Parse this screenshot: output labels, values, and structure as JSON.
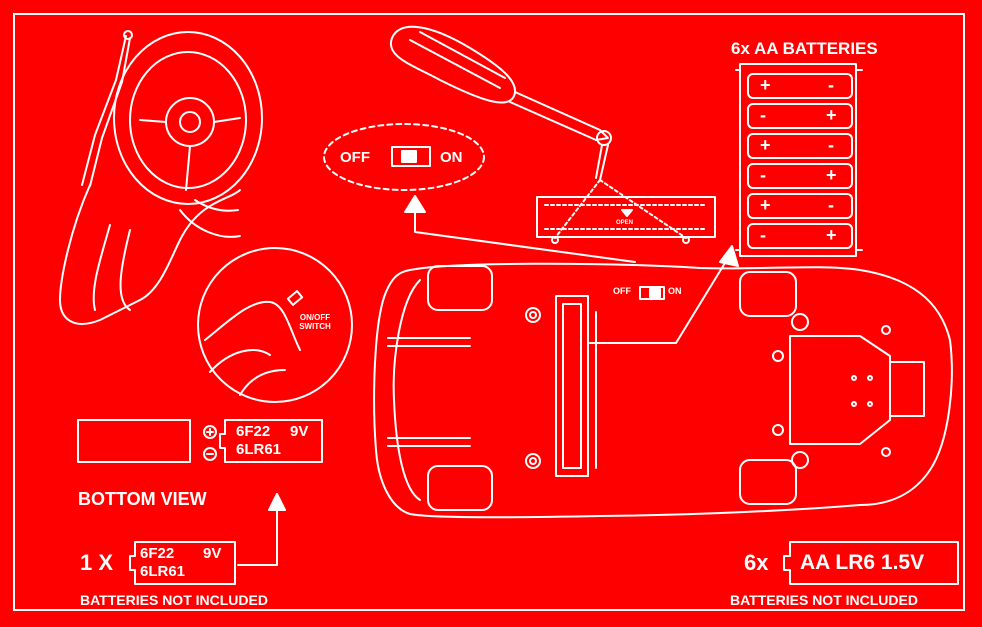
{
  "labels": {
    "aa_title": "6x AA BATTERIES",
    "switch_off": "OFF",
    "switch_on": "ON",
    "car_switch_off": "OFF",
    "car_switch_on": "ON",
    "cover_open": "OPEN",
    "remote_switch": "ON/OFF SWITCH",
    "bottom_view": "BOTTOM VIEW",
    "remote_battery_code1": "6F22",
    "remote_battery_code2": "6LR61",
    "remote_battery_volt": "9V",
    "remote_qty": "1 X",
    "car_qty": "6x",
    "car_battery": "AA LR6 1.5V",
    "left_footer": "BATTERIES NOT INCLUDED",
    "right_footer": "BATTERIES NOT INCLUDED",
    "plus": "+",
    "minus": "-"
  },
  "colors": {
    "background": "#ff0000",
    "ink": "#ffffff"
  }
}
